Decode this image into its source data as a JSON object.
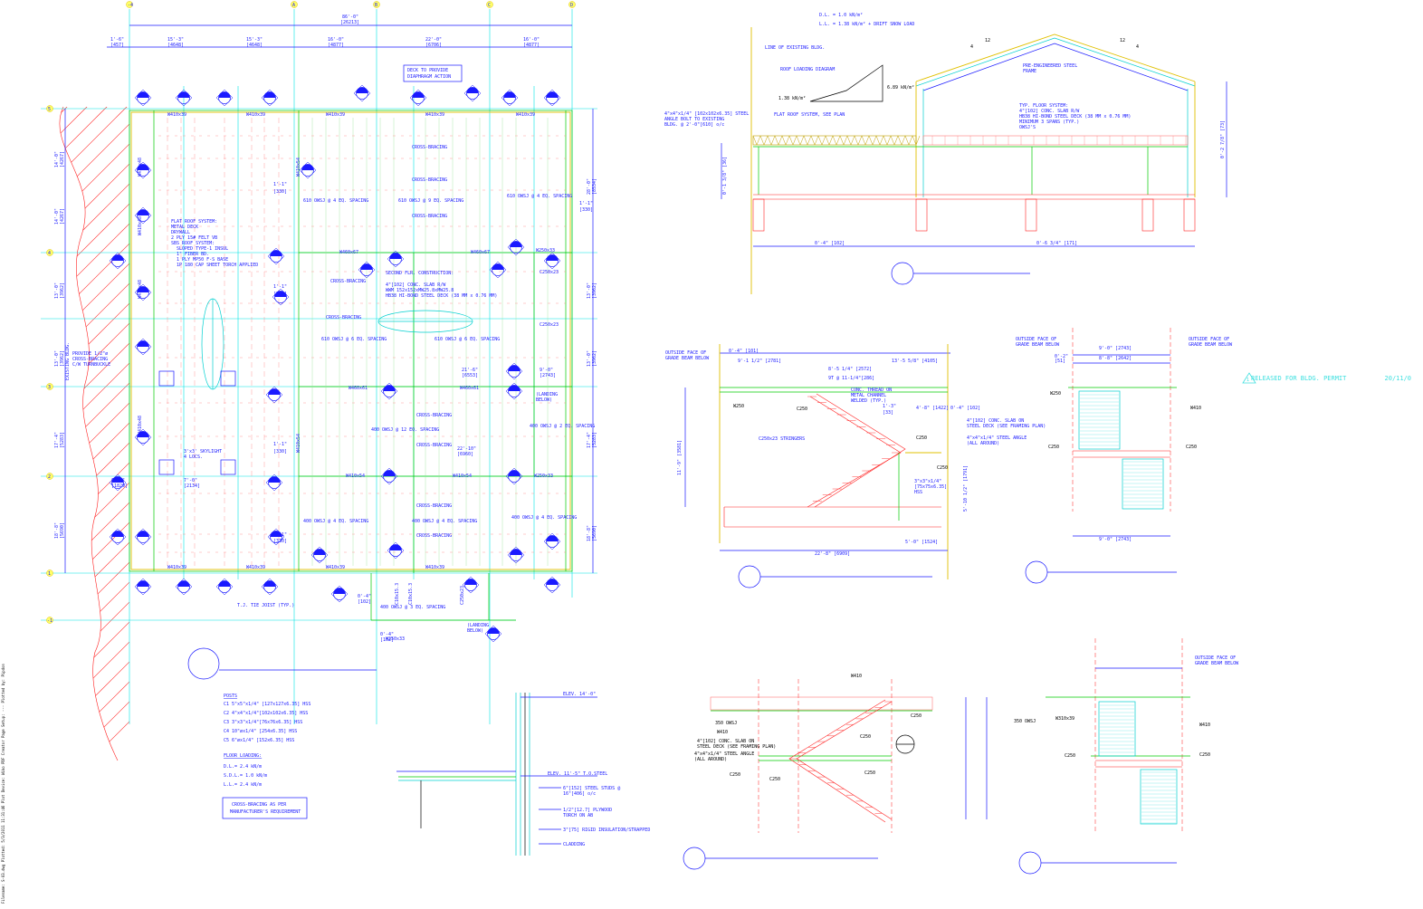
{
  "plan": {
    "overall_dim": "86'-0\"",
    "overall_dim_mm": "[26213]",
    "col_dims": [
      {
        "ft": "1'-6\"",
        "mm": "[457]"
      },
      {
        "ft": "15'-3\"",
        "mm": "[4648]"
      },
      {
        "ft": "15'-3\"",
        "mm": "[4648]"
      },
      {
        "ft": "16'-0\"",
        "mm": "[4877]"
      },
      {
        "ft": "22'-0\"",
        "mm": "[6706]"
      },
      {
        "ft": "16'-0\"",
        "mm": "[4877]"
      }
    ],
    "grid_bubbles_top": [
      "-4",
      "A",
      "B",
      "C",
      "D"
    ],
    "grid_bubbles_left": [
      "5",
      "4",
      "3",
      "2",
      "1",
      "-1"
    ],
    "left_dims": [
      {
        "ft": "14'-0\"",
        "mm": "[4267]"
      },
      {
        "ft": "14'-0\"",
        "mm": "[4267]"
      },
      {
        "ft": "13'-0\"",
        "mm": "[3962]"
      },
      {
        "ft": "13'-0\"",
        "mm": "[3962]"
      },
      {
        "ft": "17'-4\"",
        "mm": "[5283]"
      },
      {
        "ft": "18'-8\"",
        "mm": "[5690]"
      }
    ],
    "right_dims": [
      {
        "ft": "28'-0\"",
        "mm": "[8534]"
      },
      {
        "ft": "13'-0\"",
        "mm": "[3962]"
      },
      {
        "ft": "13'-0\"",
        "mm": "[3962]"
      },
      {
        "ft": "17'-4\"",
        "mm": "[5283]"
      },
      {
        "ft": "18'-8\"",
        "mm": "[5690]"
      }
    ],
    "deck_note": [
      "DECK TO PROVIDE",
      "DIAPHRAGM ACTION"
    ],
    "beams_top": [
      "W410x39",
      "W410x39",
      "W410x39",
      "W410x39",
      "W410x39"
    ],
    "beams_bottom": [
      "W410x39",
      "W410x39",
      "W410x39",
      "W410x39"
    ],
    "cross_bracing": "CROSS-BRACING",
    "owsj_rows": [
      "610 OWSJ @ 4 EQ. SPACING",
      "610 OWSJ @ 9 EQ. SPACING",
      "610 OWSJ @ 4 EQ. SPACING",
      "610 OWSJ @ 6 EQ. SPACING",
      "610 OWSJ @ 6 EQ. SPACING",
      "400 OWSJ @ 12 EQ. SPACING",
      "400 OWSJ @ 2 EQ. SPACING",
      "400 OWSJ @ 4 EQ. SPACING",
      "400 OWSJ @ 4 EQ. SPACING",
      "400 OWSJ @ 4 EQ. SPACING",
      "400 OWSJ @ 3 EQ. SPACING"
    ],
    "flat_roof": [
      "FLAT ROOF SYSTEM:",
      "METAL DECK",
      "DRYWALL",
      "2 PLY 15# FELT VB",
      "SBS ROOF SYSTEM:",
      "SLOPED TYPE-1 INSUL",
      "1\" FIBER BD.",
      "1 PLY MP50 F-S BASE",
      "1P 180 CAP SHEET TORCH APPLIED"
    ],
    "second_flr": [
      "SECOND FLR. CONSTRUCTION:",
      "4\"[102] CONC. SLAB R/W",
      "WWM 152x152xMW25.8xMW25.8",
      "HB38 HI-BOND STEEL DECK (38 MM x 0.76 MM)"
    ],
    "beam_labels": [
      "W460x67",
      "W460x67",
      "W460x61",
      "W460x61",
      "W410x54",
      "W410x54",
      "W410x54",
      "W410x54",
      "W410x48",
      "W410x48",
      "W410x48",
      "W410x48",
      "W250x33",
      "W250x33",
      "W250x33",
      "C250x23",
      "C250x23",
      "C250x23",
      "C10x15.3",
      "C10x15.3"
    ],
    "bracing_note": [
      "PROVIDE 1/2\"ø",
      "CROSS-BRACING",
      "C/W TURNBUCKLE"
    ],
    "existing_bldg": "EXISTING BLDG.",
    "skylight": [
      "3'x3' SKYLIGHT",
      "4 LOCS."
    ],
    "tj_note": "T.J. TIE JOIST (TYP.)",
    "landing": [
      "(LANDING",
      "BELOW)"
    ],
    "misc_dims": [
      {
        "ft": "6'-0\"",
        "mm": "[1829]"
      },
      {
        "ft": "7'-0\"",
        "mm": "[2134]"
      },
      {
        "ft": "21'-6\"",
        "mm": "[6553]"
      },
      {
        "ft": "22'-10\"",
        "mm": "[6960]"
      },
      {
        "ft": "9'-0\"",
        "mm": "[2743]"
      },
      {
        "ft": "1'-1\"",
        "mm": "[330]"
      },
      {
        "ft": "0'-4\"",
        "mm": "[102]"
      }
    ]
  },
  "posts": {
    "title": "POSTS",
    "items": [
      "C1  5\"x5\"x1/4\" [127x127x6.35] HSS",
      "C2  4\"x4\"x1/4\"[102x102x6.35] HSS",
      "C3  3\"x3\"x1/4\"[76x76x6.35] HSS",
      "C4  10\"øx1/4\" [254x6.35] HSS",
      "C5  6\"øx1/4\" [152x6.35] HSS"
    ]
  },
  "floor_loading": {
    "title": "FLOOR LOADING:",
    "items": [
      "D.L.=   2.4 kN/m",
      "S.D.L.= 1.0 kN/m",
      "L.L.=   2.4 kN/m"
    ]
  },
  "bracing_box": [
    "CROSS-BRACING AS PER",
    "MANUFACTURER'S REQUIREMENT"
  ],
  "wall_detail": {
    "elev_top": "ELEV. 14'-0\"",
    "elev_mid": "ELEV. 11'-5\" T.O.STEEL",
    "notes": [
      "6\"[152] STEEL STUDS @",
      "16\"[406] o/c",
      "1/2\"[12.7] PLYWOOD",
      "TORCH ON AB",
      "3\"[75] RIGID INSULATION/STRAPPED",
      "CLADDING"
    ]
  },
  "section": {
    "loads": [
      "D.L. = 1.0 kN/m²",
      "L.L. = 1.38 kN/m² + DRIFT SNOW LOAD"
    ],
    "line_existing": "LINE OF EXISTING BLDG.",
    "roof_diagram": "ROOF LOADING DIAGRAM",
    "load_lo": "1.38 kN/m²",
    "load_hi": "6.89 kN/m²",
    "pitch": [
      "12",
      "4",
      "12",
      "4"
    ],
    "frame": [
      "PRE-ENGINEERED STEEL",
      "FRAME"
    ],
    "angle_note": [
      "4\"x4\"x1/4\" [102x102x6.35] STEEL",
      "ANGLE BOLT TO EXISTING",
      "BLDG. @ 2'-0\"[610] o/c"
    ],
    "flat_roof": "FLAT ROOF SYSTEM, SEE PLAN",
    "floor_system": [
      "TYP. FLOOR SYSTEM:",
      "4\"[102] CONC. SLAB R/W",
      "HB38 HI-BOND STEEL DECK (38 MM x 0.76 MM)",
      "MINIMUM 3 SPANS (TYP.)",
      "OWSJ'S"
    ],
    "dim_left": "0'-1 3/8\" [36]",
    "dim_right": "0'-2 7/8\" [73]",
    "dim_bot_l": "0'-4\" [102]",
    "dim_bot_r": "0'-6 3/4\" [171]"
  },
  "stair1": {
    "outside_face": [
      "OUTSIDE FACE OF",
      "GRADE BEAM BELOW"
    ],
    "dims": [
      "0'-4\" [101]",
      "9'-1 1/2\" [2781]",
      "13'-5 5/8\" [4105]",
      "8'-5 1/4\" [2572]",
      "9T @ 11-1/4\"[286]",
      "4'-8\" [1422]",
      "0'-4\" [102]",
      "1'-3\"",
      "[33]",
      "11'-9\" [3581]",
      "5'-10 1/2\" [1791]",
      "22'-8\" [6909]",
      "5'-0\" [1524]"
    ],
    "notes": [
      "CONC. THREAD ON",
      "METAL CHANNEL",
      "WELDED (TYP.)",
      "C250x23 STRINGERS",
      "4\"[102] CONC. SLAB ON",
      "STEEL DECK (SEE FRAMING PLAN)",
      "4\"x4\"x1/4\" STEEL ANGLE",
      "(ALL AROUND)",
      "3\"x3\"x1/4\"",
      "[75x75x6.35]",
      "HSS"
    ],
    "members": [
      "W250",
      "C250",
      "C250",
      "C250"
    ]
  },
  "stair2": {
    "outside_face": [
      "OUTSIDE FACE OF",
      "GRADE BEAM BELOW"
    ],
    "dims": [
      "9'-0\" [2743]",
      "8'-8\" [2642]",
      "9'-0\" [2743]",
      "0'-2\"",
      "[51]"
    ],
    "members": [
      "W250",
      "W410",
      "C250",
      "C250"
    ]
  },
  "stair3": {
    "members": [
      "W410",
      "350 OWSJ",
      "W410",
      "C250",
      "C250",
      "C250",
      "C250",
      "C250"
    ],
    "notes": [
      "4\"[102] CONC. SLAB ON",
      "STEEL DECK (SEE FRAMING PLAN)",
      "4\"x4\"x1/4\" STEEL ANGLE",
      "(ALL AROUND)"
    ]
  },
  "stair4": {
    "outside_face": [
      "OUTSIDE FACE OF",
      "GRADE BEAM BELOW"
    ],
    "members": [
      "350 OWSJ",
      "W310x39",
      "W410",
      "C250",
      "C250"
    ]
  },
  "release": {
    "text": "RELEASED FOR BLDG. PERMIT",
    "date": "20/11/0"
  },
  "side_stamp": "Filename: S-03.dwg   Plotted: 5/3/2011 11:31:46   Plot Device: Wiko PDF Creator   Page Setup: ---   Plotted by: Pipdon",
  "colors": {
    "grid": "#00e5e5",
    "annot": "#1a1aff",
    "member": "#00cc00",
    "hatch": "#ff2020",
    "frame": "#e0c000"
  }
}
